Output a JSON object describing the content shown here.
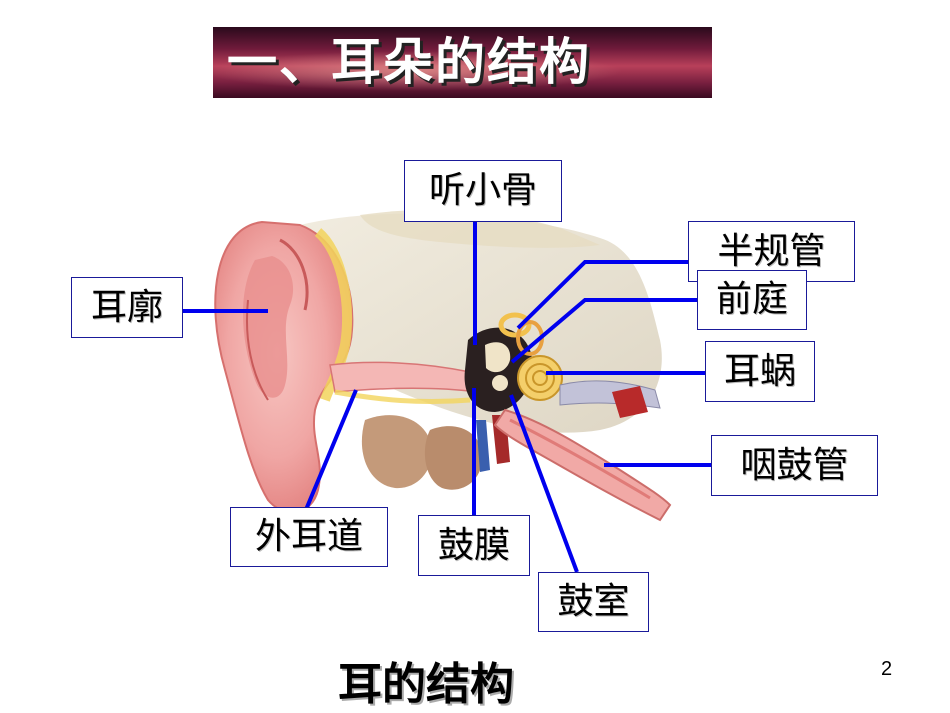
{
  "title": "一、耳朵的结构",
  "labels": {
    "ossicles": "听小骨",
    "semicircular_canals": "半规管",
    "auricle": "耳廓",
    "vestibule": "前庭",
    "cochlea": "耳蜗",
    "eustachian_tube": "咽鼓管",
    "ear_canal": "外耳道",
    "eardrum": "鼓膜",
    "tympanic_cavity": "鼓室"
  },
  "caption": "耳的结构",
  "page_number": "2",
  "colors": {
    "pointer_line": "#0000ee",
    "label_border": "#1a1a99",
    "banner": "#8a2a45"
  }
}
